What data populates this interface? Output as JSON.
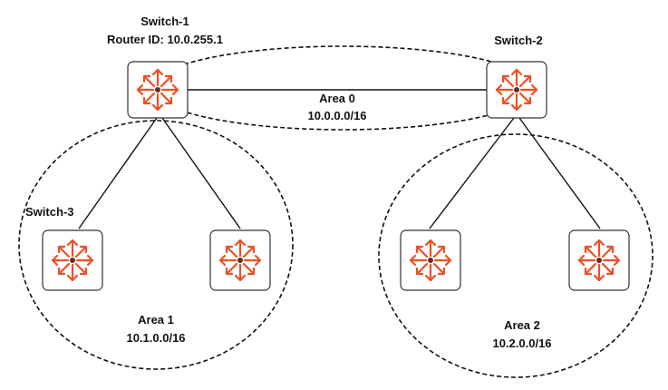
{
  "colors": {
    "device_accent": "#F04E23",
    "line": "#111111"
  },
  "icon": "router-switch-icon",
  "devices": {
    "switch1": {
      "name": "Switch-1",
      "router_id": "Router ID: 10.0.255.1"
    },
    "switch2": {
      "name": "Switch-2"
    },
    "switch3": {
      "name": "Switch-3"
    },
    "switch4": {
      "name": ""
    },
    "switch5": {
      "name": ""
    },
    "switch6": {
      "name": ""
    }
  },
  "areas": [
    {
      "name": "Area 0",
      "subnet": "10.0.0.0/16"
    },
    {
      "name": "Area 1",
      "subnet": "10.1.0.0/16"
    },
    {
      "name": "Area 2",
      "subnet": "10.2.0.0/16"
    }
  ]
}
